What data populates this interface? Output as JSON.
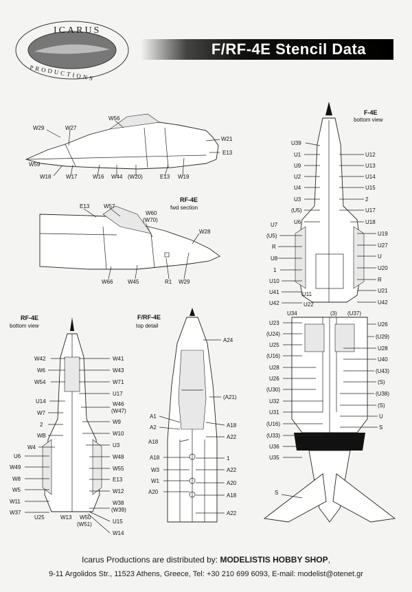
{
  "logo": {
    "top": "ICARUS",
    "bottom": "PRODUCTIONS"
  },
  "title": "F/RF-4E Stencil Data",
  "views": {
    "f4e_bottom": [
      "F-4E",
      "bottom view"
    ],
    "rf4e_fwd": [
      "RF-4E",
      "fwd section"
    ],
    "rf4e_bottom": [
      "RF-4E",
      "bottom view"
    ],
    "frf4e_top": [
      "F/RF-4E",
      "top detail"
    ]
  },
  "footer": {
    "line1_prefix": "Icarus Productions are distributed by: ",
    "line1_shop": "MODELISTIS HOBBY SHOP",
    "line1_suffix": ",",
    "line2": "9-11 Argolidos Str., 11523 Athens, Greece, Tel: +30 210 699 6093, E-mail: modelist@otenet.gr"
  }
}
